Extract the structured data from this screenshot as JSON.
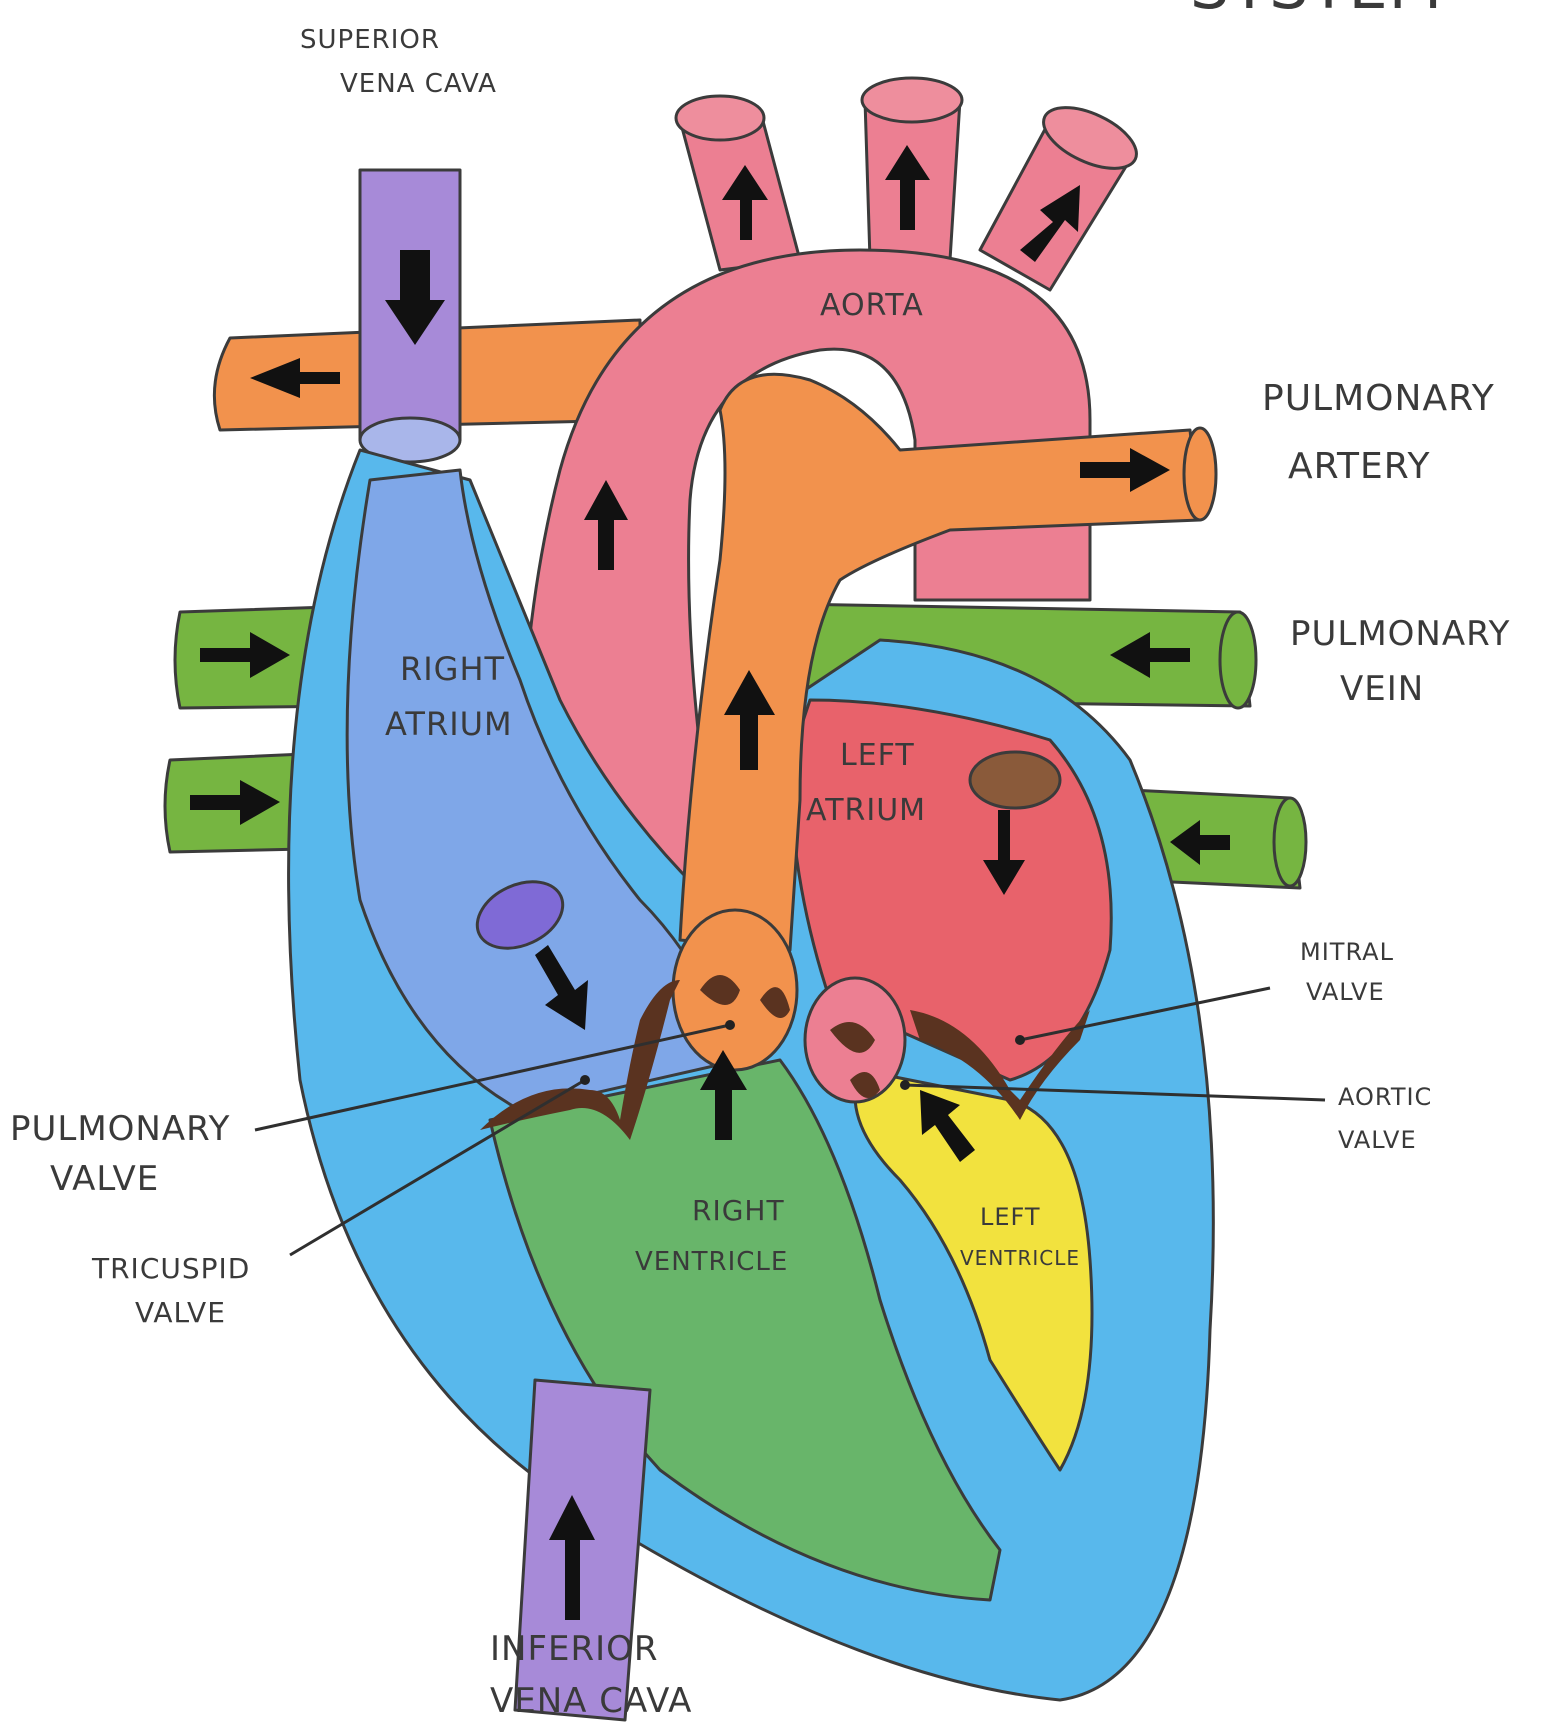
{
  "header": {
    "partial_text": "SYSTEM"
  },
  "labels": {
    "superior_vena_cava": [
      "SUPERIOR",
      "VENA CAVA"
    ],
    "aorta": "AORTA",
    "pulmonary_artery": [
      "PULMONARY",
      "ARTERY"
    ],
    "pulmonary_vein": [
      "PULMONARY",
      "VEIN"
    ],
    "right_atrium": [
      "RIGHT",
      "ATRIUM"
    ],
    "left_atrium": [
      "LEFT",
      "ATRIUM"
    ],
    "mitral_valve": [
      "MITRAL",
      "VALVE"
    ],
    "aortic_valve": [
      "AORTIC",
      "VALVE"
    ],
    "pulmonary_valve": [
      "PULMONARY",
      "VALVE"
    ],
    "tricuspid_valve": [
      "TRICUSPID",
      "VALVE"
    ],
    "right_ventricle": [
      "RIGHT",
      "VENTRICLE"
    ],
    "left_ventricle": [
      "LEFT",
      "VENTRICLE"
    ],
    "inferior_vena_cava": [
      "INFERIOR",
      "VENA CAVA"
    ]
  },
  "colors": {
    "vena_cava": "#a78ad8",
    "aorta": "#ec7f92",
    "pulmonary_artery": "#f2924d",
    "pulmonary_vein": "#76b541",
    "right_atrium": "#7fa7e8",
    "left_atrium": "#e8626b",
    "right_ventricle": "#68b56a",
    "left_ventricle": "#f2e23e",
    "heart_wall": "#58b8ec",
    "valve": "#5a3320",
    "arrow": "#111111"
  }
}
